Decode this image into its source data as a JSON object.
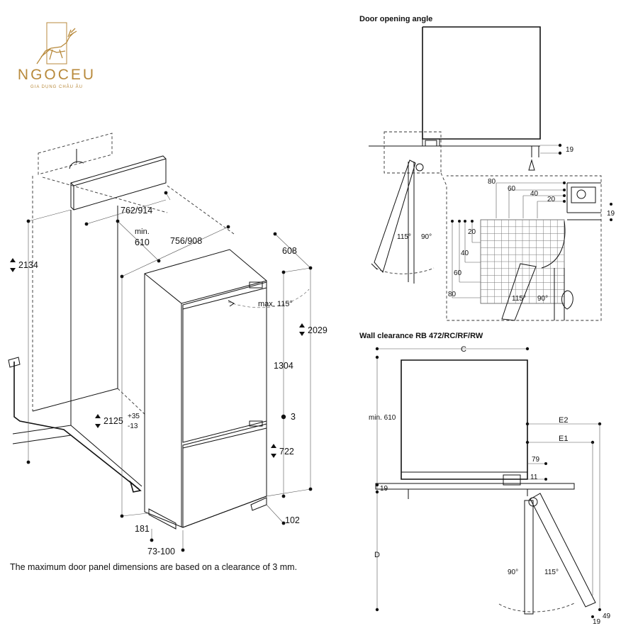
{
  "brand": {
    "name": "NGOCEU",
    "tagline": "GIA DỤNG CHÂU ÂU",
    "color": "#b88a3c"
  },
  "left_diagram": {
    "dims": {
      "d2134": "2134",
      "d762_914": "762/914",
      "min_label": "min.",
      "d610": "610",
      "d756_908": "756/908",
      "d608": "608",
      "max115": "max. 115°",
      "d2029": "2029",
      "d1304": "1304",
      "d3": "3",
      "d2125": "2125",
      "d2125_plus": "+35",
      "d2125_minus": "-13",
      "d722": "722",
      "d181": "181",
      "d102": "102",
      "d73_100": "73-100"
    },
    "footnote": "The maximum door panel dimensions are based on a clearance of 3 mm."
  },
  "door_opening": {
    "title": "Door opening angle",
    "d19_top": "19",
    "d19_right": "19",
    "grid_labels_top": [
      "80",
      "60",
      "40",
      "20"
    ],
    "grid_labels_left": [
      "20",
      "40",
      "60",
      "80"
    ],
    "angle115_a": "115°",
    "angle90_a": "90°",
    "angle115_b": "115°",
    "angle90_b": "90°"
  },
  "wall_clearance": {
    "title": "Wall clearance RB 472/RC/RF/RW",
    "c": "C",
    "min610": "min. 610",
    "e2": "E2",
    "e1": "E1",
    "d79": "79",
    "d11": "11",
    "d19_left": "19",
    "d": "D",
    "angle90": "90°",
    "angle115": "115°",
    "d49": "49",
    "d19_bottom": "19"
  }
}
